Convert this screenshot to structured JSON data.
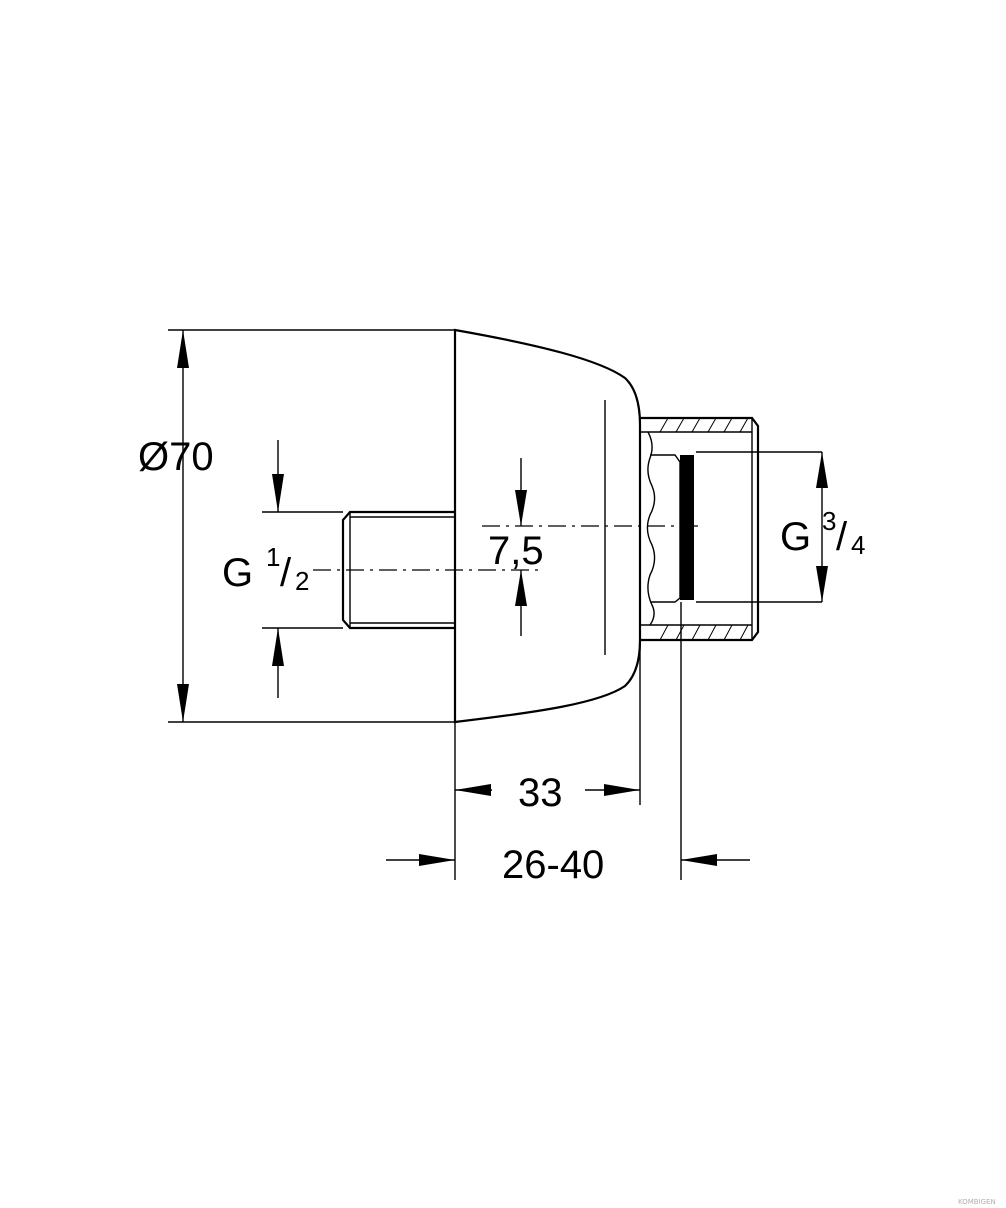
{
  "dimensions": {
    "diameter": "Ø70",
    "inlet_thread_letter": "G",
    "inlet_thread_num": "1",
    "inlet_thread_den": "2",
    "offset": "7,5",
    "outlet_thread_letter": "G",
    "outlet_thread_num": "3",
    "outlet_thread_den": "4",
    "depth": "33",
    "range": "26-40"
  },
  "watermark": "KOMBIGEN"
}
